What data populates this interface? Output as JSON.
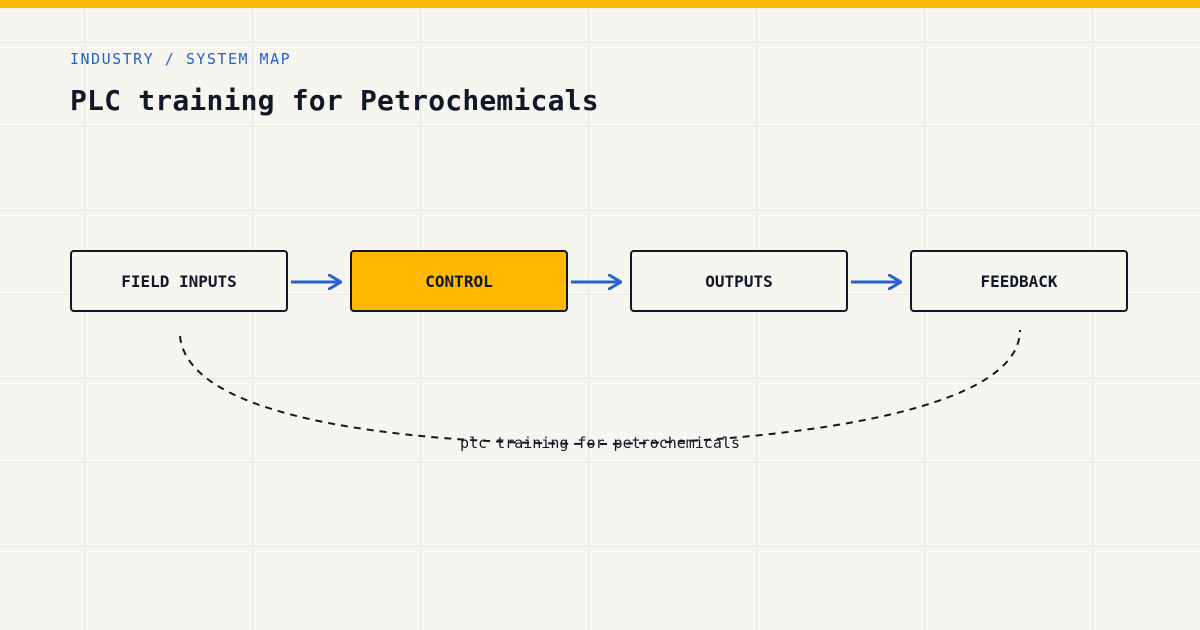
{
  "header": {
    "kicker": "INDUSTRY / SYSTEM MAP",
    "title": "PLC training for Petrochemicals"
  },
  "diagram": {
    "nodes": [
      {
        "id": "field-inputs",
        "label": "FIELD INPUTS",
        "highlighted": false
      },
      {
        "id": "control",
        "label": "CONTROL",
        "highlighted": true
      },
      {
        "id": "outputs",
        "label": "OUTPUTS",
        "highlighted": false
      },
      {
        "id": "feedback",
        "label": "FEEDBACK",
        "highlighted": false
      }
    ],
    "edges": [
      {
        "from": "field-inputs",
        "to": "control",
        "style": "arrow"
      },
      {
        "from": "control",
        "to": "outputs",
        "style": "arrow"
      },
      {
        "from": "outputs",
        "to": "feedback",
        "style": "arrow"
      },
      {
        "from": "feedback",
        "to": "field-inputs",
        "style": "dashed-loop"
      }
    ],
    "loop_label": "plc training for petrochemicals"
  },
  "colors": {
    "accent": "#ffb800",
    "arrow": "#2563c9",
    "ink": "#111827",
    "background": "#f6f5f0"
  }
}
